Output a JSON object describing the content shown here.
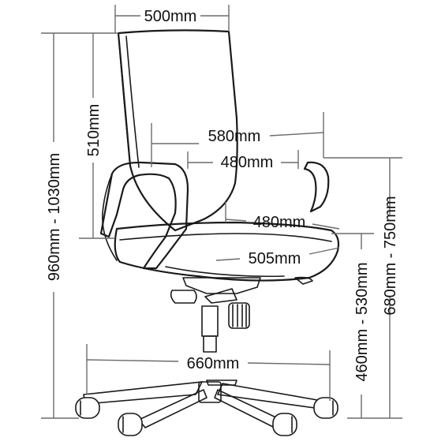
{
  "diagram": {
    "dimensions": {
      "width_top": "500mm",
      "back_height": "510mm",
      "total_height": "960mm - 1030mm",
      "arm_width_outer": "580mm",
      "arm_width_inner": "480mm",
      "seat_depth": "480mm",
      "seat_width": "505mm",
      "base_diameter": "660mm",
      "seat_height": "460mm - 530mm",
      "arm_height": "680mm - 750mm"
    }
  }
}
